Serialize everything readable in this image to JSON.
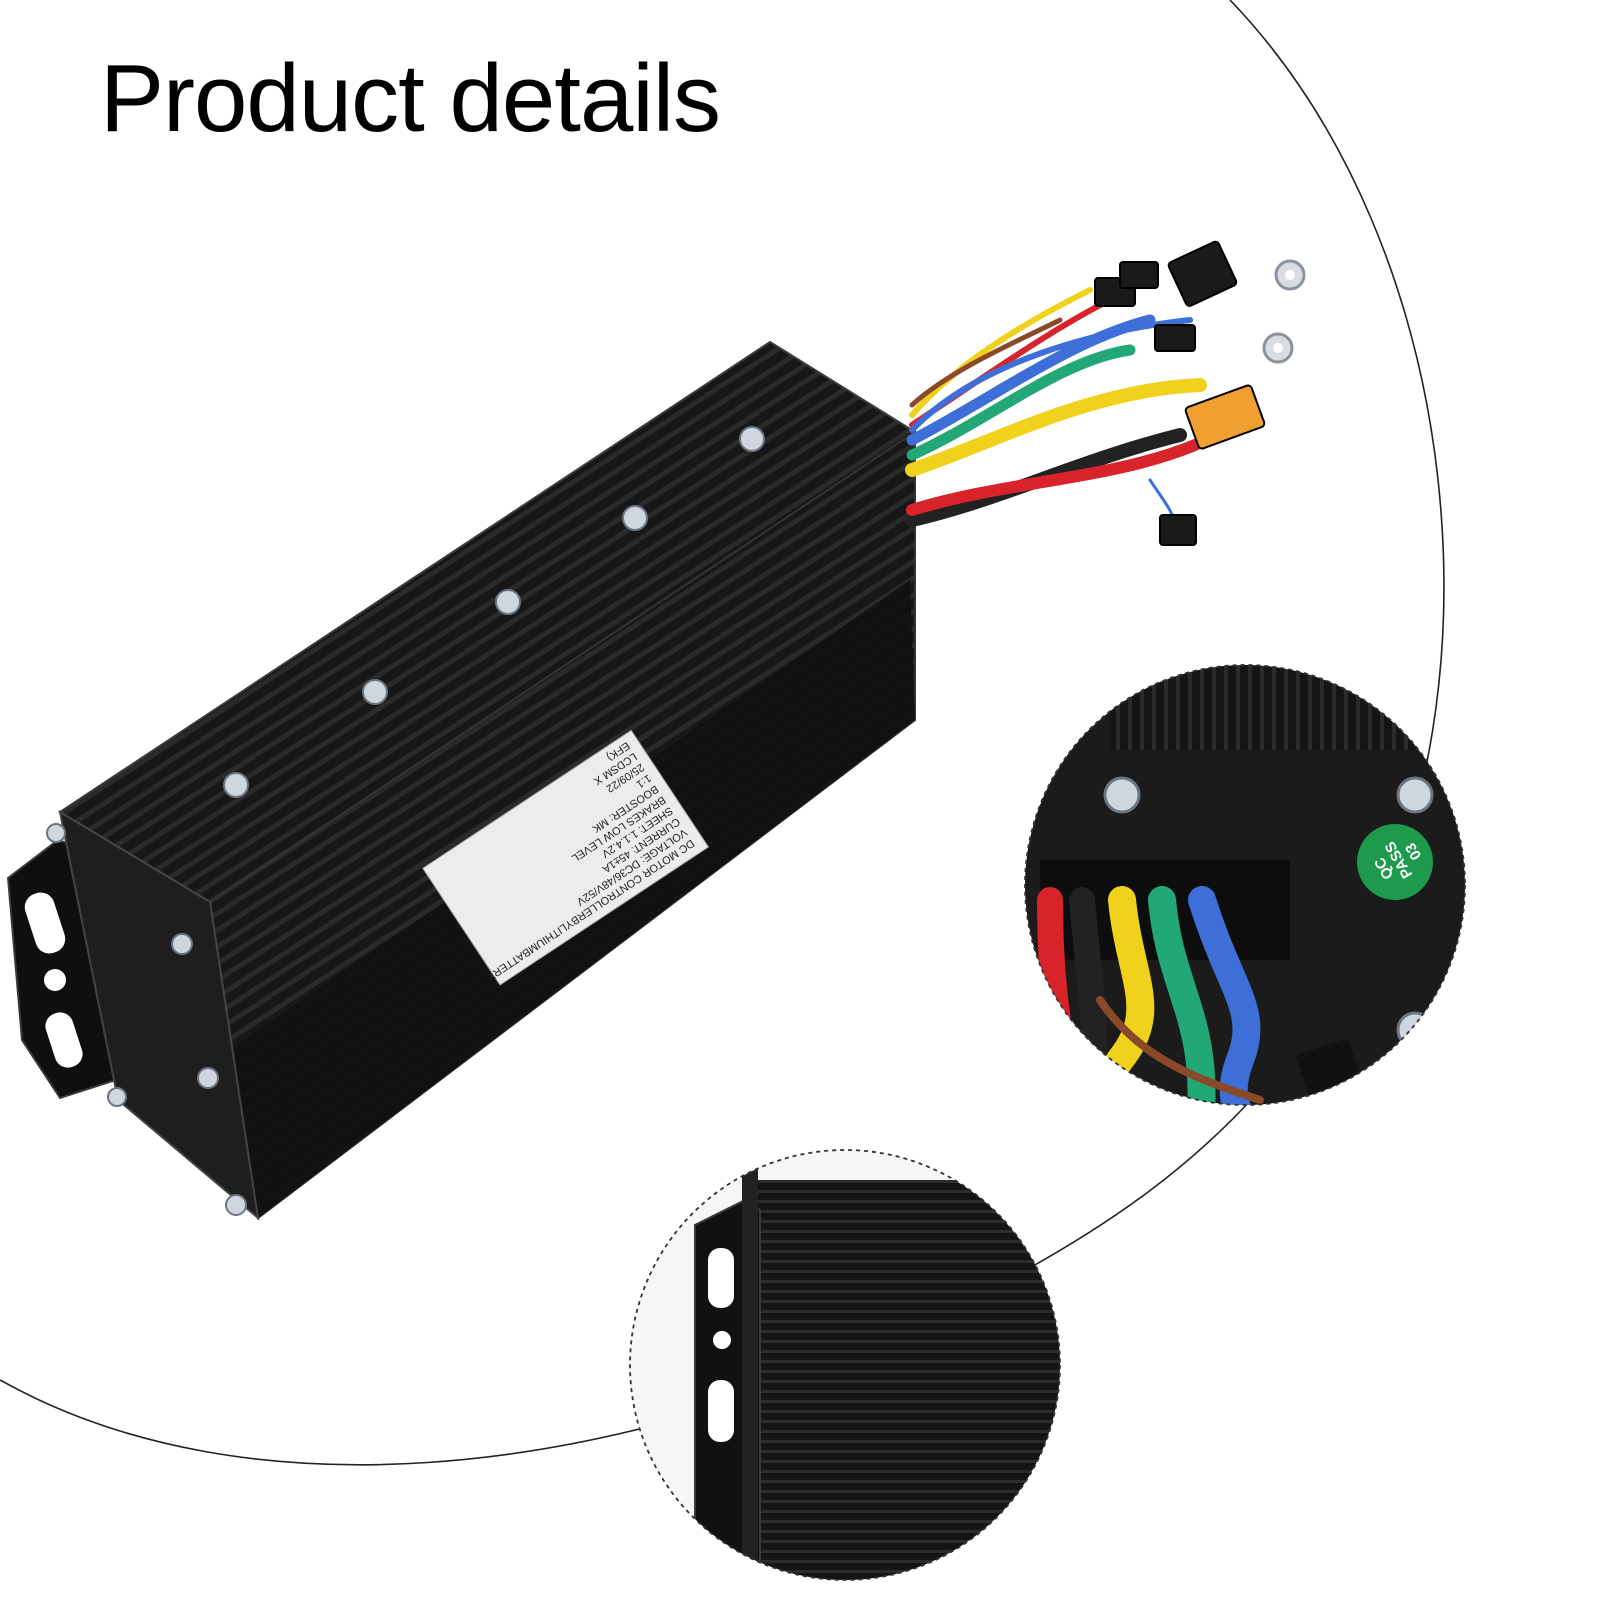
{
  "page": {
    "title": "Product details",
    "background": "#ffffff"
  },
  "product_label": {
    "lines": [
      "DC MOTOR CONTROLLERBYLITHIUMBATTERY",
      "VOLTAGE: DC36/48V/52V",
      "CURRENT: 45±1A",
      "SHEET: 1.1.4.2V",
      "BRAKES LOW LEVEL",
      "BOOSTER: MK",
      "1:1",
      "25/09/22",
      "LCDSM X",
      "EFK)"
    ]
  },
  "qc_sticker": {
    "line1": "QC",
    "line2": "PASS",
    "line3": "03",
    "color": "#1e9a4c"
  },
  "colors": {
    "housing": "#1a1a1a",
    "wire_red": "#d8232a",
    "wire_yellow": "#f0d21c",
    "wire_green": "#22a877",
    "wire_blue": "#3e6fd8",
    "connector_xt": "#f0a030"
  }
}
